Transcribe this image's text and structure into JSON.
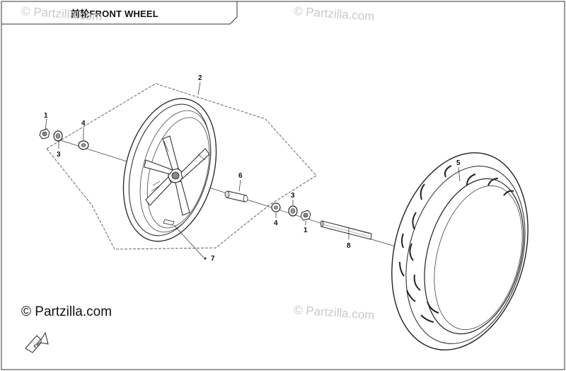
{
  "title": "前轮FRONT WHEEL",
  "watermarks": [
    "© Partzilla.com",
    "© Partzilla.com",
    "© Partzilla.com"
  ],
  "brand": "© Partzilla.com",
  "fwd_arrow_text": "FWD",
  "callouts": [
    "1",
    "2",
    "3",
    "4",
    "5",
    "6",
    "3",
    "4",
    "1",
    "8",
    "7"
  ]
}
